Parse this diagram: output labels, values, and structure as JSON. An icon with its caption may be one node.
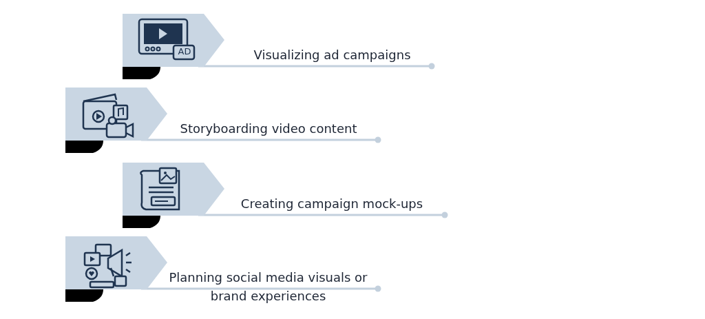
{
  "diagram": {
    "nodes": [
      {
        "text": [
          "Visualizing ad campaigns"
        ]
      },
      {
        "text": [
          "Storyboarding video content"
        ]
      },
      {
        "text": [
          "Creating campaign mock-ups"
        ]
      },
      {
        "text": [
          "Planning social media visuals or brand experiences"
        ]
      }
    ],
    "labels": [
      "AD"
    ]
  }
}
